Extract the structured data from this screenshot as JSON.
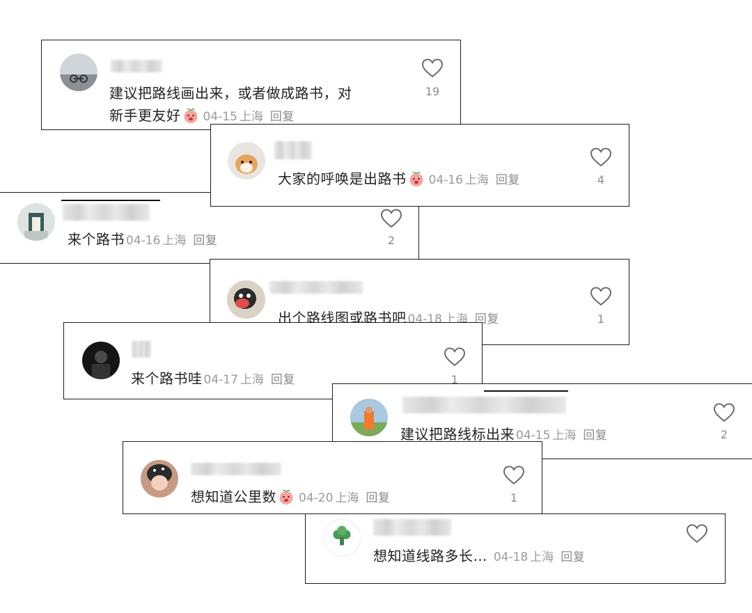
{
  "colors": {
    "text": "#222222",
    "meta": "#9a9a9a",
    "border": "#1a1a1a"
  },
  "comments": [
    {
      "text_line1": "建议把路线画出来，或者做成路书，对",
      "text_line2": "新手更友好",
      "emoji": "peach-emoji",
      "date": "04-15",
      "location": "上海",
      "reply": "回复",
      "likes": "19"
    },
    {
      "text": "大家的呼唤是出路书",
      "emoji": "peach-emoji",
      "date": "04-16",
      "location": "上海",
      "reply": "回复",
      "likes": "4"
    },
    {
      "text": "来个路书",
      "date": "04-16",
      "location": "上海",
      "reply": "回复",
      "likes": "2"
    },
    {
      "text": "出个路线图或路书吧",
      "date": "04-18",
      "location": "上海",
      "reply": "回复",
      "likes": "1"
    },
    {
      "text": "来个路书哇",
      "date": "04-17",
      "location": "上海",
      "reply": "回复",
      "likes": "1"
    },
    {
      "text": "建议把路线标出来",
      "date": "04-15",
      "location": "上海",
      "reply": "回复",
      "likes": "2"
    },
    {
      "text": "想知道公里数",
      "emoji": "peach-emoji",
      "date": "04-20",
      "location": "上海",
      "reply": "回复",
      "likes": "1"
    },
    {
      "text": "想知道线路多长…",
      "date": "04-18",
      "location": "上海",
      "reply": "回复",
      "likes": ""
    }
  ]
}
